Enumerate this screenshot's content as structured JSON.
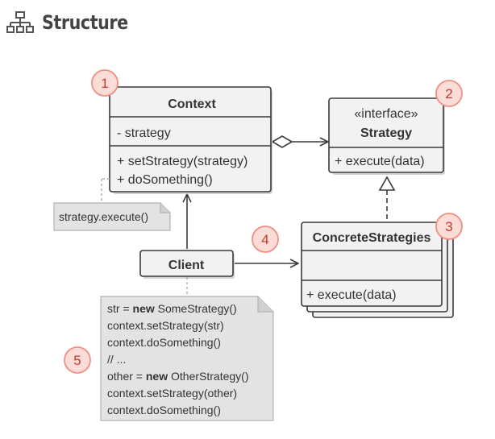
{
  "header": {
    "title": "Structure",
    "icon": "hierarchy-icon"
  },
  "colors": {
    "stroke": "#3a3a3a",
    "box_fill": "#f2f2f2",
    "shadow": "#d3d3d3",
    "note_fill": "#e3e3e3",
    "note_stroke": "#b2b2b2",
    "badge_fill": "#fbdcd6",
    "badge_stroke": "#ef8f82",
    "badge_text": "#c23a2a",
    "text": "#333333"
  },
  "diagram": {
    "context": {
      "name": "Context",
      "fields": [
        "- strategy"
      ],
      "methods": [
        "+ setStrategy(strategy)",
        "+ doSomething()"
      ]
    },
    "strategy": {
      "stereotype": "«interface»",
      "name": "Strategy",
      "methods": [
        "+ execute(data)"
      ]
    },
    "concrete": {
      "name": "ConcreteStrategies",
      "methods": [
        "+ execute(data)"
      ]
    },
    "client": {
      "name": "Client"
    },
    "note_context": "strategy.execute()",
    "note_client": [
      [
        {
          "t": "str = "
        },
        {
          "t": "new",
          "b": true
        },
        {
          "t": " SomeStrategy()"
        }
      ],
      [
        {
          "t": "context.setStrategy(str)"
        }
      ],
      [
        {
          "t": "context.doSomething()"
        }
      ],
      [
        {
          "t": "// ..."
        }
      ],
      [
        {
          "t": "other = "
        },
        {
          "t": "new",
          "b": true
        },
        {
          "t": " OtherStrategy()"
        }
      ],
      [
        {
          "t": "context.setStrategy(other)"
        }
      ],
      [
        {
          "t": "context.doSomething()"
        }
      ]
    ],
    "badges": [
      "1",
      "2",
      "3",
      "4",
      "5"
    ]
  }
}
